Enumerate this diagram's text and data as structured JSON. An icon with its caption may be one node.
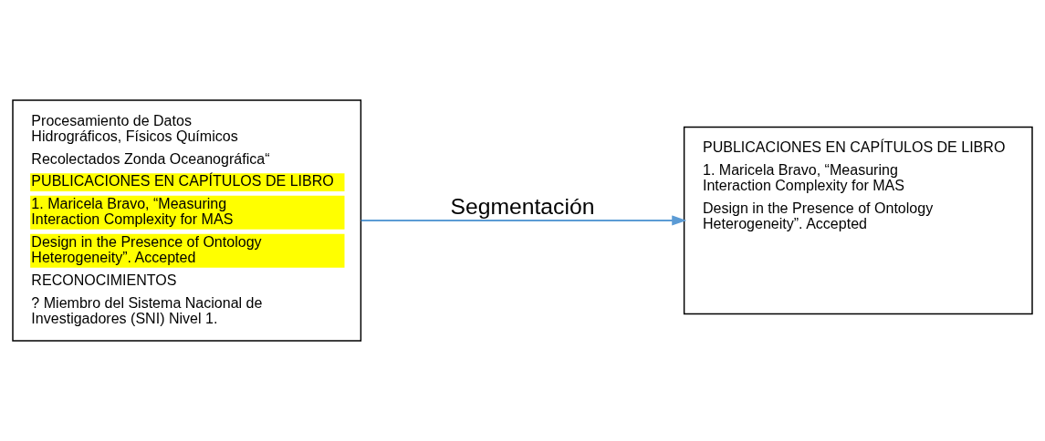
{
  "diagram": {
    "nodes": [
      {
        "text": [
          "Procesamiento de Datos Hidrográficos, Físicos Químicos",
          "Recolectados Zonda Oceanográfica“",
          "PUBLICACIONES EN CAPÍTULOS DE LIBRO",
          "1. Maricela Bravo, “Measuring Interaction Complexity for MAS",
          "Design in the Presence of Ontology Heterogeneity”. Accepted",
          "RECONOCIMIENTOS",
          "? Miembro del Sistema Nacional de Investigadores (SNI) Nivel 1."
        ]
      },
      {
        "text": [
          "PUBLICACIONES EN CAPÍTULOS DE LIBRO",
          "1. Maricela Bravo, “Measuring Interaction Complexity for MAS",
          "Design in the Presence of Ontology Heterogeneity”. Accepted"
        ]
      }
    ],
    "edges": [
      {
        "from": 0,
        "to": 1,
        "arrow": "to",
        "label": "Segmentación"
      }
    ]
  }
}
